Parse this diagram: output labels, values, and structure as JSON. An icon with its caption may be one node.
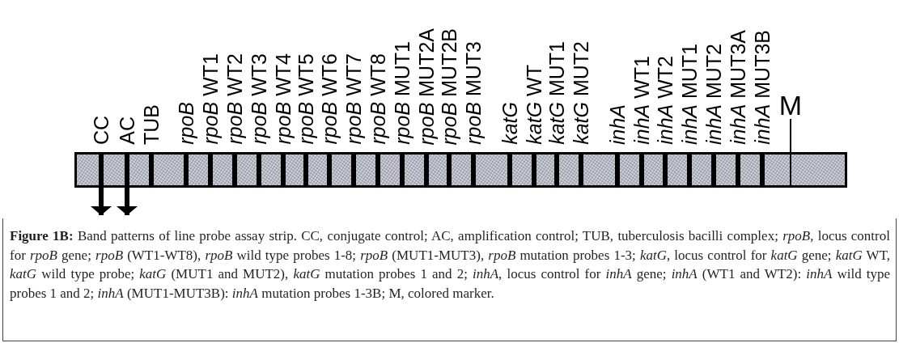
{
  "diagram": {
    "caption": "**Figure 1B:** Band patterns of line probe assay strip. CC, conjugate control; AC, amplification control; TUB, tuberculosis bacilli complex; *rpoB*, locus control for *rpoB* gene; *rpoB* (WT1-WT8), *rpoB* wild type probes 1-8; *rpoB* (MUT1-MUT3), *rpoB* mutation probes 1-3; *katG*, locus control for *katG* gene; *katG* WT, *katG* wild type probe; *katG* (MUT1 and MUT2), *katG* mutation probes 1 and 2; *inhA*, locus control for *inhA* gene; *inhA* (WT1 and WT2): *inhA* wild type probes 1 and 2; *inhA* (MUT1-MUT3B): *inhA* mutation probes 1-3B; M, colored marker.",
    "nodes": [
      {
        "text": [
          "M"
        ]
      },
      {
        "text": [],
        "shape": "bar",
        "beside": [
          "CC",
          "AC",
          "TUB",
          "rpoB",
          "*rpoB* WT1",
          "*rpoB* WT2",
          "*rpoB* WT3",
          "*rpoB* WT4",
          "*rpoB* WT5",
          "*rpoB* WT6",
          "*rpoB* WT7",
          "*rpoB* WT8",
          "*rpoB* MUT1",
          "*rpoB* MUT2A",
          "*rpoB* MUT2B",
          "*rpoB* MUT3",
          "katG",
          "*katG* WT",
          "*katG* MUT1",
          "*katG* MUT2",
          "inhA",
          "*inhA* WT1",
          "*inhA* WT2",
          "*inhA* MUT1",
          "*inhA* MUT2",
          "*inhA* MUT3A",
          "*inhA* MUT3B"
        ]
      }
    ],
    "edges": [
      {
        "from": 0,
        "to": 1,
        "arrow": "none"
      },
      {
        "from": 1,
        "to": null,
        "arrow": "to"
      },
      {
        "from": 1,
        "to": null,
        "arrow": "to"
      }
    ]
  }
}
